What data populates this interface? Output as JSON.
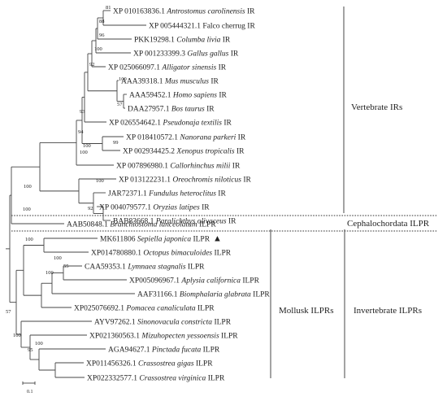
{
  "leaves": [
    {
      "acc": "XP 010163836.1",
      "species": "Antrostomus carolinensis",
      "type": "IR"
    },
    {
      "acc": "XP 005444321.1",
      "species": "Falco cherrug",
      "type": "IR",
      "italic": false
    },
    {
      "acc": "PKK19298.1",
      "species": "Columba livia",
      "type": "IR"
    },
    {
      "acc": "XP 001233399.3",
      "species": "Gallus gallus",
      "type": "IR"
    },
    {
      "acc": "XP 025066097.1",
      "species": "Alligator sinensis",
      "type": "IR"
    },
    {
      "acc": "AAA39318.1",
      "species": "Mus musculus",
      "type": "IR"
    },
    {
      "acc": "AAA59452.1",
      "species": "Homo sapiens",
      "type": "IR"
    },
    {
      "acc": "DAA27957.1",
      "species": "Bos taurus",
      "type": "IR"
    },
    {
      "acc": "XP 026554642.1",
      "species": "Pseudonaja textilis",
      "type": "IR"
    },
    {
      "acc": "XP 018410572.1",
      "species": "Nanorana parkeri",
      "type": "IR"
    },
    {
      "acc": "XP 002934425.2",
      "species": "Xenopus tropicalis",
      "type": "IR"
    },
    {
      "acc": "XP 007896980.1",
      "species": "Callorhinchus milii",
      "type": "IR"
    },
    {
      "acc": "XP 013122231.1",
      "species": "Oreochromis niloticus",
      "type": "IR"
    },
    {
      "acc": "JAR72371.1",
      "species": "Fundulus heteroclitus",
      "type": "IR"
    },
    {
      "acc": "XP 004079577.1",
      "species": "Oryzias latipes",
      "type": "IR"
    },
    {
      "acc": "BAB83668.1",
      "species": "Paralichthys olivaceus",
      "type": "IR"
    },
    {
      "acc": "AAB50848.1",
      "species": "Branchiostoma lanceolatum",
      "type": "ILPR"
    },
    {
      "acc": "MK611806",
      "species": "Sepiella japonica",
      "type": "ILPR",
      "marker": "▲"
    },
    {
      "acc": "XP014780880.1",
      "species": "Octopus bimaculoides",
      "type": "ILPR"
    },
    {
      "acc": "CAA59353.1",
      "species": "Lymnaea stagnalis",
      "type": "ILPR"
    },
    {
      "acc": "XP005096967.1",
      "species": "Aplysia californica",
      "type": "ILPR"
    },
    {
      "acc": "AAF31166.1",
      "species": "Biomphalaria glabrata",
      "type": "ILPR"
    },
    {
      "acc": "XP025076692.1",
      "species": "Pomacea canaliculata",
      "type": "ILPR"
    },
    {
      "acc": "AYV97262.1",
      "species": "Sinonovacula constricta",
      "type": "ILPR"
    },
    {
      "acc": "XP021360563.1",
      "species": "Mizuhopecten yessoensis",
      "type": "ILPR"
    },
    {
      "acc": "AGA94627.1",
      "species": "Pinctada fucata",
      "type": "ILPR"
    },
    {
      "acc": "XP011456326.1",
      "species": "Crassostrea gigas",
      "type": "ILPR"
    },
    {
      "acc": "XP022332577.1",
      "species": "Crassostrea virginica",
      "type": "ILPR"
    }
  ],
  "bootstrap": [
    "81",
    "88",
    "96",
    "100",
    "92",
    "100",
    "57",
    "93",
    "100",
    "94",
    "99",
    "100",
    "100",
    "100",
    "92",
    "100",
    "100",
    "55",
    "100",
    "100",
    "57",
    "100",
    "100",
    "95"
  ],
  "groups": {
    "vertebrate": "Vertebrate IRs",
    "cephalochordata": "Cephalochordata ILPR",
    "mollusk": "Mollusk ILPRs",
    "invertebrate": "Invertebrate ILPRs"
  },
  "scale": "0.1",
  "colors": {
    "line": "#444444",
    "text": "#222222",
    "background": "#ffffff"
  }
}
